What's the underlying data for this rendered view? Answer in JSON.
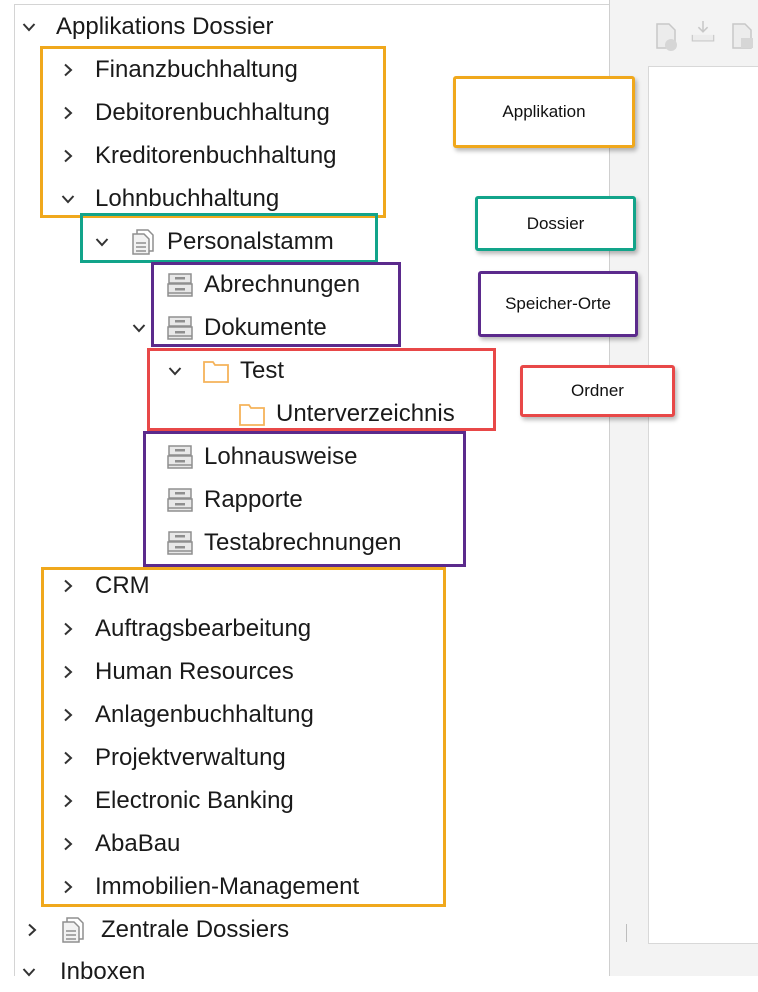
{
  "tree": {
    "root_label": "Applikations Dossier",
    "applications_top": [
      "Finanzbuchhaltung",
      "Debitorenbuchhaltung",
      "Kreditorenbuchhaltung",
      "Lohnbuchhaltung"
    ],
    "dossier_label": "Personalstamm",
    "storage_group_1": [
      "Abrechnungen",
      "Dokumente"
    ],
    "folder_label": "Test",
    "subfolder_label": "Unterverzeichnis",
    "storage_group_2": [
      "Lohnausweise",
      "Rapporte",
      "Testabrechnungen"
    ],
    "applications_bottom": [
      "CRM",
      "Auftragsbearbeitung",
      "Human Resources",
      "Anlagenbuchhaltung",
      "Projektverwaltung",
      "Electronic Banking",
      "AbaBau",
      "Immobilien-Management"
    ],
    "central_dossiers_label": "Zentrale Dossiers",
    "inbox_label": "Inboxen"
  },
  "legend": {
    "application": "Applikation",
    "dossier": "Dossier",
    "storage_locations": "Speicher-Orte",
    "folder": "Ordner"
  },
  "colors": {
    "application": "#f0a81c",
    "dossier": "#12a48a",
    "storage_locations": "#5b2a8c",
    "folder": "#e84848",
    "folder_icon": "#f5b35a"
  },
  "icons": {
    "collapsed": "chevron-right-icon",
    "expanded": "chevron-down-icon",
    "dossier": "dossier-document-icon",
    "storage": "storage-drawer-icon",
    "folder": "folder-icon"
  }
}
